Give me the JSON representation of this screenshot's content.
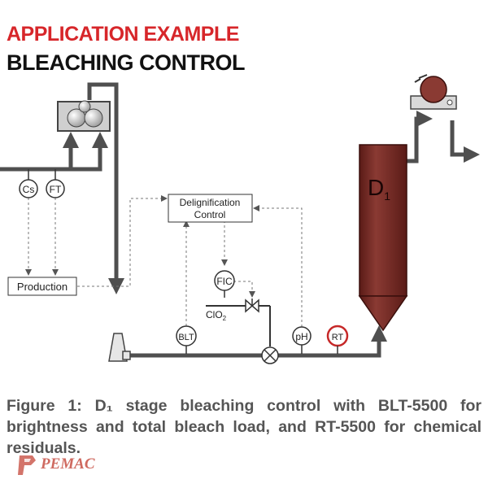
{
  "colors": {
    "heading_red": "#d7262a",
    "pipe": "#4f4f4f",
    "tower": "#7a2e2a",
    "tower_dark": "#4a1714",
    "caption_gray": "#555555",
    "rt_ring": "#c62828",
    "logo_red": "#c0392b"
  },
  "heading": {
    "line1": "APPLICATION EXAMPLE",
    "line2": "BLEACHING CONTROL"
  },
  "instruments": {
    "cs": "Cs",
    "ft": "FT",
    "fic": "FIC",
    "blt": "BLT",
    "ph": "pH",
    "rt": "RT"
  },
  "blocks": {
    "production": "Production",
    "delignification_line1": "Delignification",
    "delignification_line2": "Control"
  },
  "labels": {
    "clo2": "ClO",
    "clo2_sub": "2",
    "tower": "D",
    "tower_sub": "1"
  },
  "caption": "Figure 1: D₁ stage bleaching control with BLT-5500 for brightness and total bleach load, and RT-5500 for chemical residuals.",
  "logo": "PEMAC",
  "icons": [
    "washer-icon",
    "pump-icon",
    "mixer-icon",
    "control-valve-icon",
    "drum-washer-icon"
  ]
}
